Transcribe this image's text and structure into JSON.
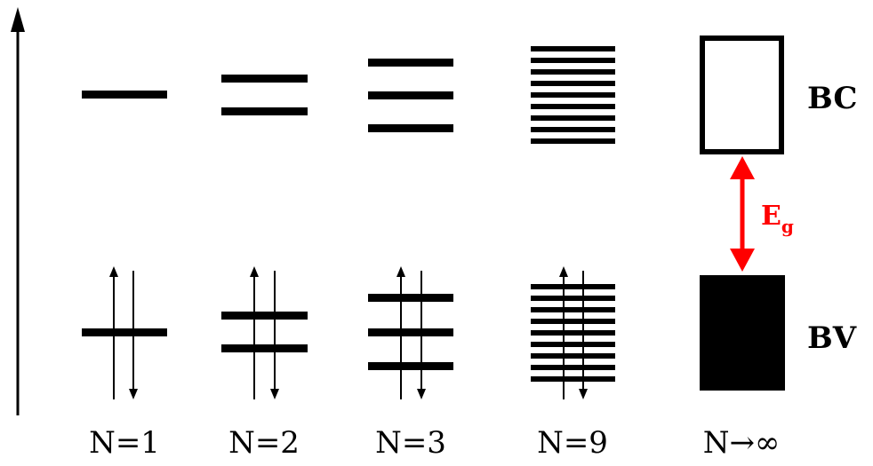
{
  "diagram": {
    "columns": [
      {
        "label": "N=1",
        "levels": 1
      },
      {
        "label": "N=2",
        "levels": 2
      },
      {
        "label": "N=3",
        "levels": 3
      },
      {
        "label": "N=9",
        "levels": 9
      },
      {
        "label": "N→∞",
        "levels": "continuous"
      }
    ],
    "band_labels": {
      "conduction": "BC",
      "valence": "BV"
    },
    "gap_label": {
      "main": "E",
      "sub": "g"
    },
    "colors": {
      "lines": "#000000",
      "gap_arrow": "#ff0000",
      "background": "#ffffff"
    }
  }
}
